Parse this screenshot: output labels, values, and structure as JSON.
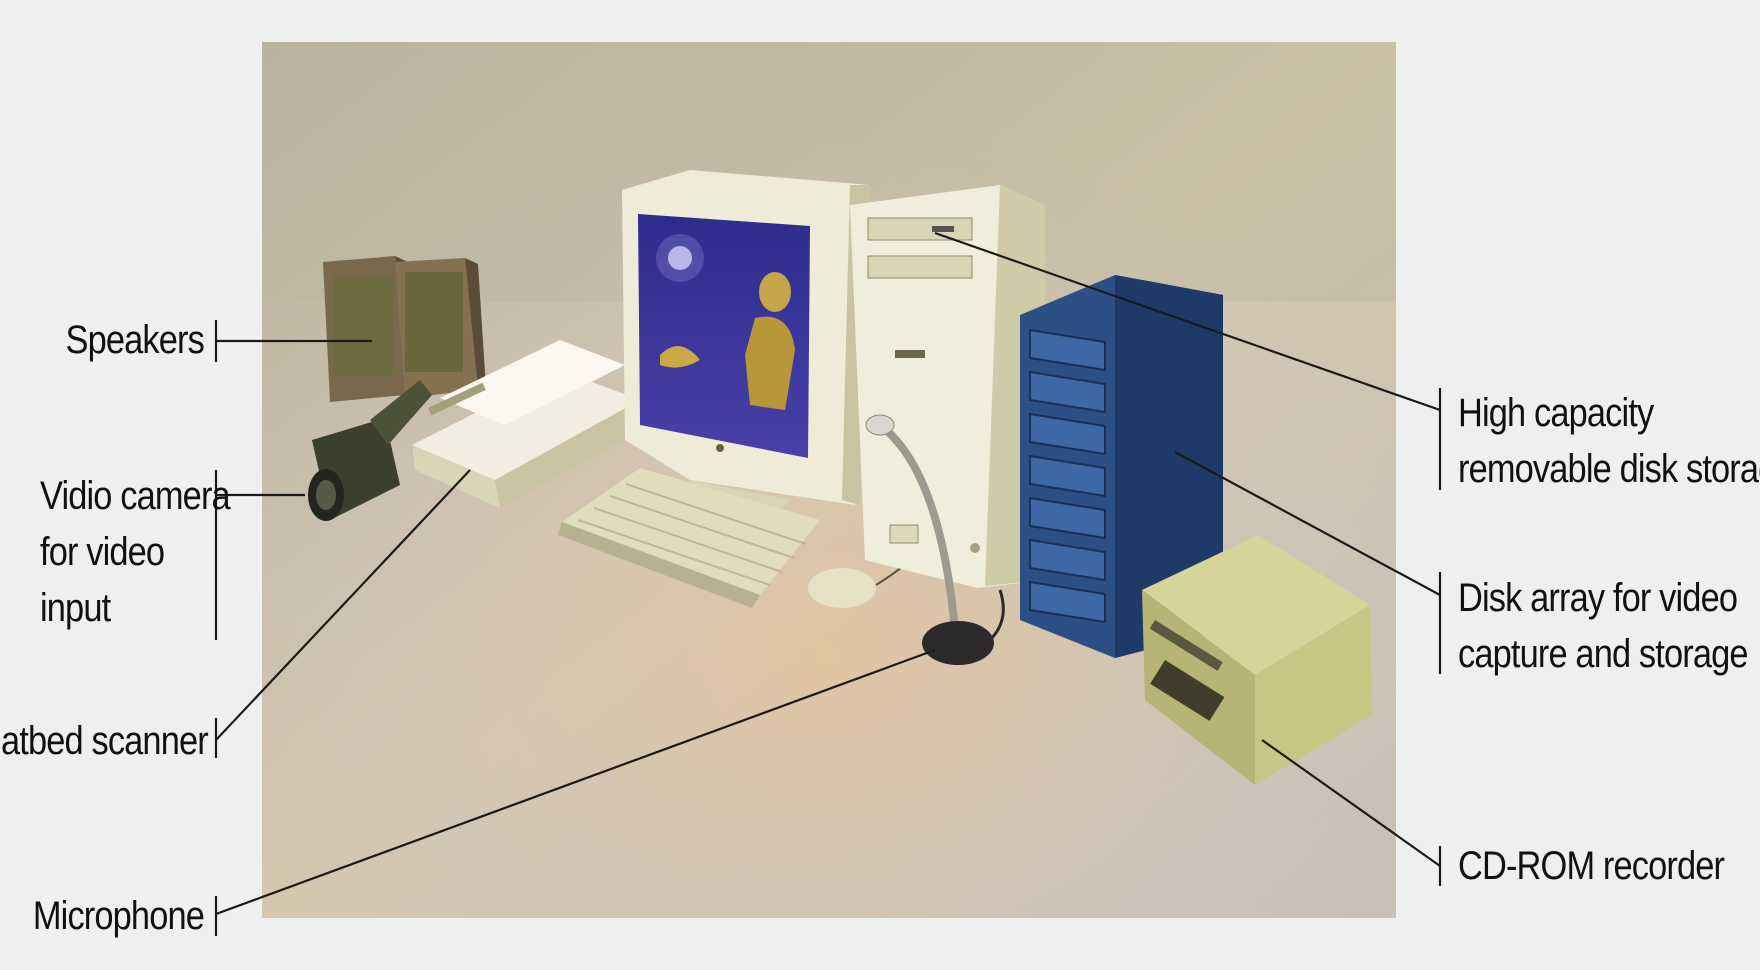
{
  "labels": {
    "speakers": "Speakers",
    "video_camera": [
      "Vidio camera",
      "for video",
      "input"
    ],
    "flatbed_scanner": "Flatbed scanner",
    "microphone": "Microphone",
    "high_capacity": [
      "High capacity",
      "removable disk storage"
    ],
    "disk_array": [
      "Disk array for video",
      "capture and storage"
    ],
    "cd_rom": "CD-ROM recorder"
  },
  "colors": {
    "background": "#eef0f0",
    "photo_bg": "#cfc1a8",
    "leader_line": "#1a1a1a",
    "disk_array": "#2c4f86",
    "beige_hardware": "#ece9cf",
    "screen": "#2a2a84"
  },
  "icons": [
    "speakers-icon",
    "video-camera-icon",
    "flatbed-scanner-icon",
    "monitor-icon",
    "keyboard-icon",
    "mouse-icon",
    "tower-computer-icon",
    "microphone-icon",
    "disk-array-icon",
    "cd-rom-recorder-icon"
  ]
}
